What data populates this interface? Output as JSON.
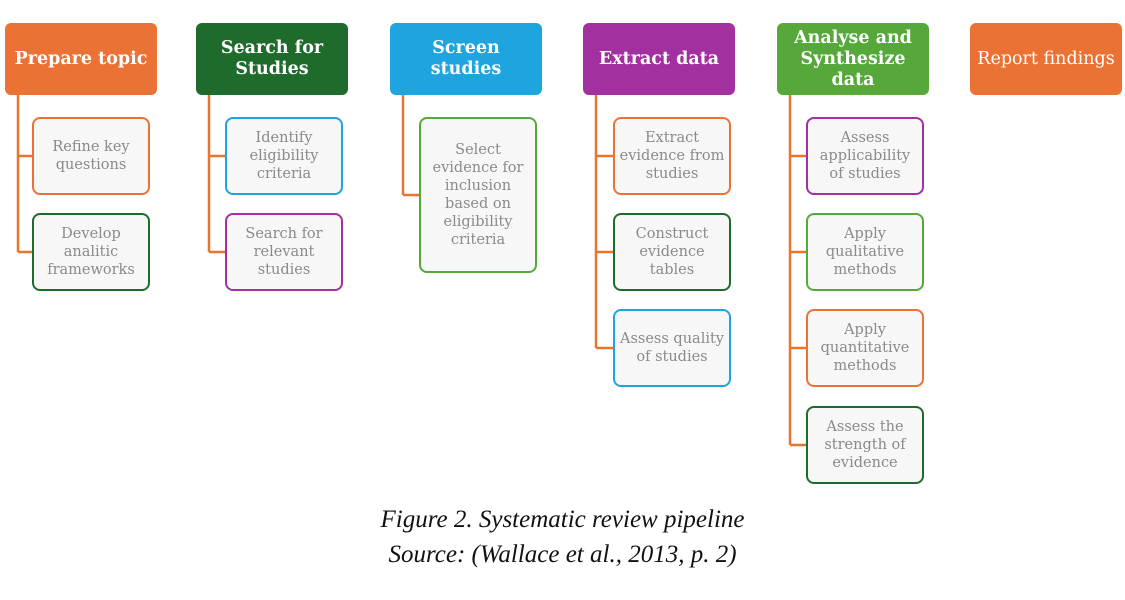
{
  "colors": {
    "orange": "#eb7235",
    "dark_green": "#1f6b2c",
    "blue": "#1ea4df",
    "purple": "#a2319f",
    "light_green": "#57a83b",
    "connector": "#e8742f",
    "child_bg": "#f7f7f7",
    "child_text": "#8a8a8a"
  },
  "columns": [
    {
      "title": "Prepare topic",
      "color": "#eb7235",
      "children": [
        {
          "text": "Refine key questions",
          "border": "#eb7235"
        },
        {
          "text": "Develop analitic frameworks",
          "border": "#1f6b2c"
        }
      ]
    },
    {
      "title": "Search for Studies",
      "color": "#1f6b2c",
      "children": [
        {
          "text": "Identify eligibility criteria",
          "border": "#1ea4df"
        },
        {
          "text": "Search for relevant studies",
          "border": "#a2319f"
        }
      ]
    },
    {
      "title": "Screen studies",
      "color": "#1ea4df",
      "children": [
        {
          "text": "Select evidence for inclusion based on eligibility criteria",
          "border": "#57a83b"
        }
      ]
    },
    {
      "title": "Extract data",
      "color": "#a2319f",
      "children": [
        {
          "text": "Extract evidence from studies",
          "border": "#eb7235"
        },
        {
          "text": "Construct evidence tables",
          "border": "#1f6b2c"
        },
        {
          "text": "Assess quality of studies",
          "border": "#1ea4df"
        }
      ]
    },
    {
      "title": "Analyse and Synthesize data",
      "color": "#57a83b",
      "children": [
        {
          "text": "Assess applicability of studies",
          "border": "#a2319f"
        },
        {
          "text": "Apply qualitative methods",
          "border": "#57a83b"
        },
        {
          "text": "Apply quantitative methods",
          "border": "#eb7235"
        },
        {
          "text": "Assess the strength of evidence",
          "border": "#1f6b2c"
        }
      ]
    },
    {
      "title": "Report findings",
      "color": "#eb7235",
      "children": []
    }
  ],
  "caption": {
    "line1": "Figure 2. Systematic review pipeline",
    "line2": "Source: (Wallace et al., 2013, p. 2)"
  }
}
